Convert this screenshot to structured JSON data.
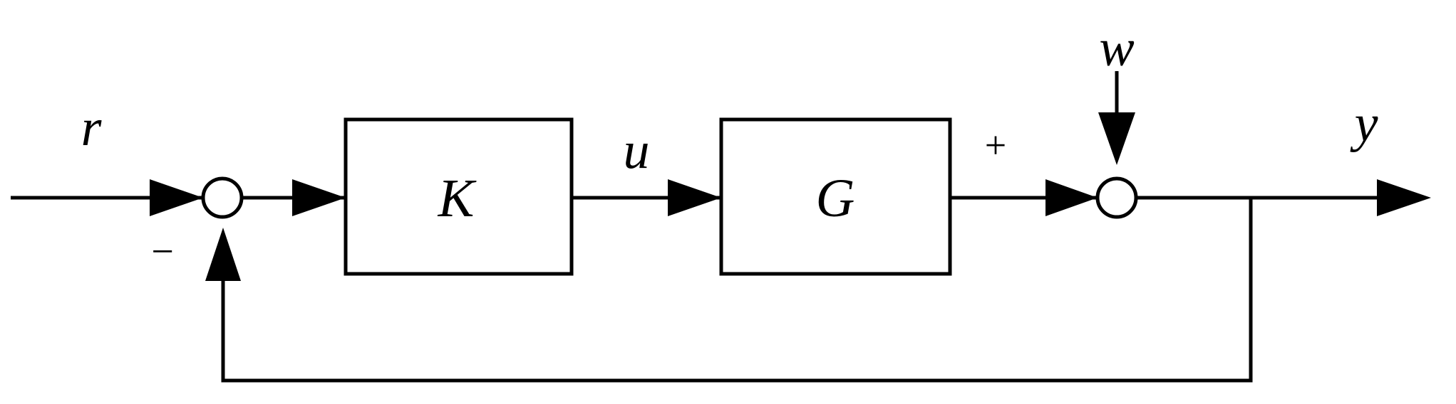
{
  "blocks": {
    "controller": {
      "label": "K"
    },
    "plant": {
      "label": "G"
    }
  },
  "signals": {
    "reference": "r",
    "control": "u",
    "disturbance": "w",
    "output": "y"
  },
  "signs": {
    "feedback": "−",
    "plant_into_sum": "+"
  }
}
